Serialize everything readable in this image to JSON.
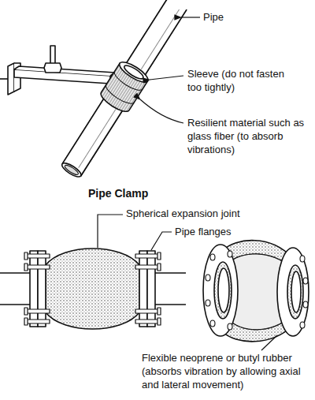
{
  "diagram": {
    "labels": [
      "Pipe",
      "Sleeve (do not fasten too tightly)",
      "Resilient material such as glass fiber (to absorb vibrations)",
      "Pipe Clamp",
      "Spherical expansion joint",
      "Pipe flanges",
      "Flexible neoprene or butyl rubber (absorbs vibration by allowing axial and lateral movement)"
    ]
  }
}
